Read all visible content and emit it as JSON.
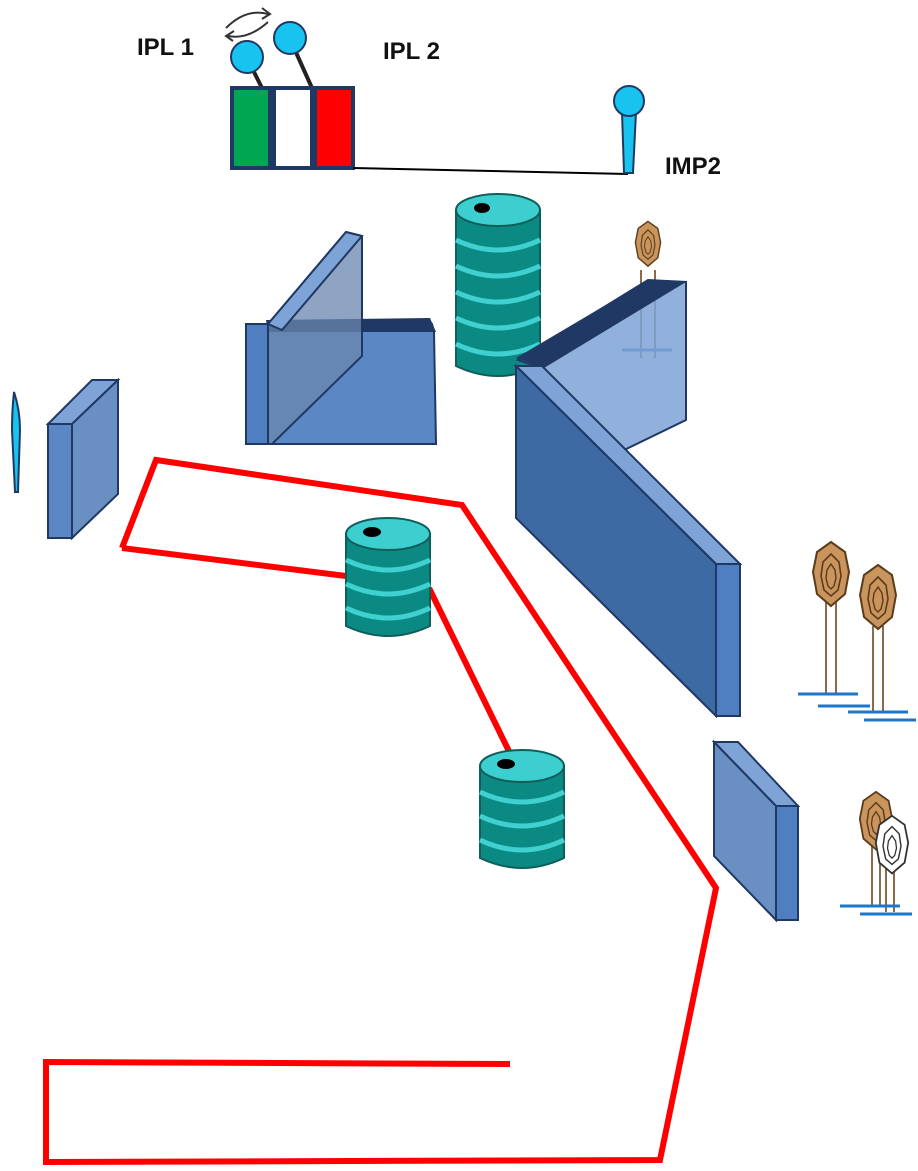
{
  "labels": {
    "ipl1": "IPL 1",
    "ipl2": "IPL 2",
    "imp2": "IMP2"
  },
  "colors": {
    "outline": "#1f3864",
    "panel_face": "#5b87c5",
    "panel_face_light": "#7ea3d6",
    "panel_dark": "#3d6aa3",
    "panel_edge": "#4f7fc0",
    "barrel": "#0b8a84",
    "barrel_top": "#3dcfcf",
    "barrel_rib": "#40d0d0",
    "path": "#ff0000",
    "popper": "#19c3ef",
    "target": "#c9955c",
    "target_stand": "#1e76c8",
    "no_shoot": "#ffffff",
    "box_green": "#00a651",
    "box_white": "#ffffff",
    "box_red": "#ff0000"
  },
  "icons": {
    "swap": "swap-arrows-icon",
    "popper": "popper-icon",
    "barrel": "barrel-icon",
    "target": "paper-target-icon",
    "no_shoot": "no-shoot-target-icon"
  }
}
